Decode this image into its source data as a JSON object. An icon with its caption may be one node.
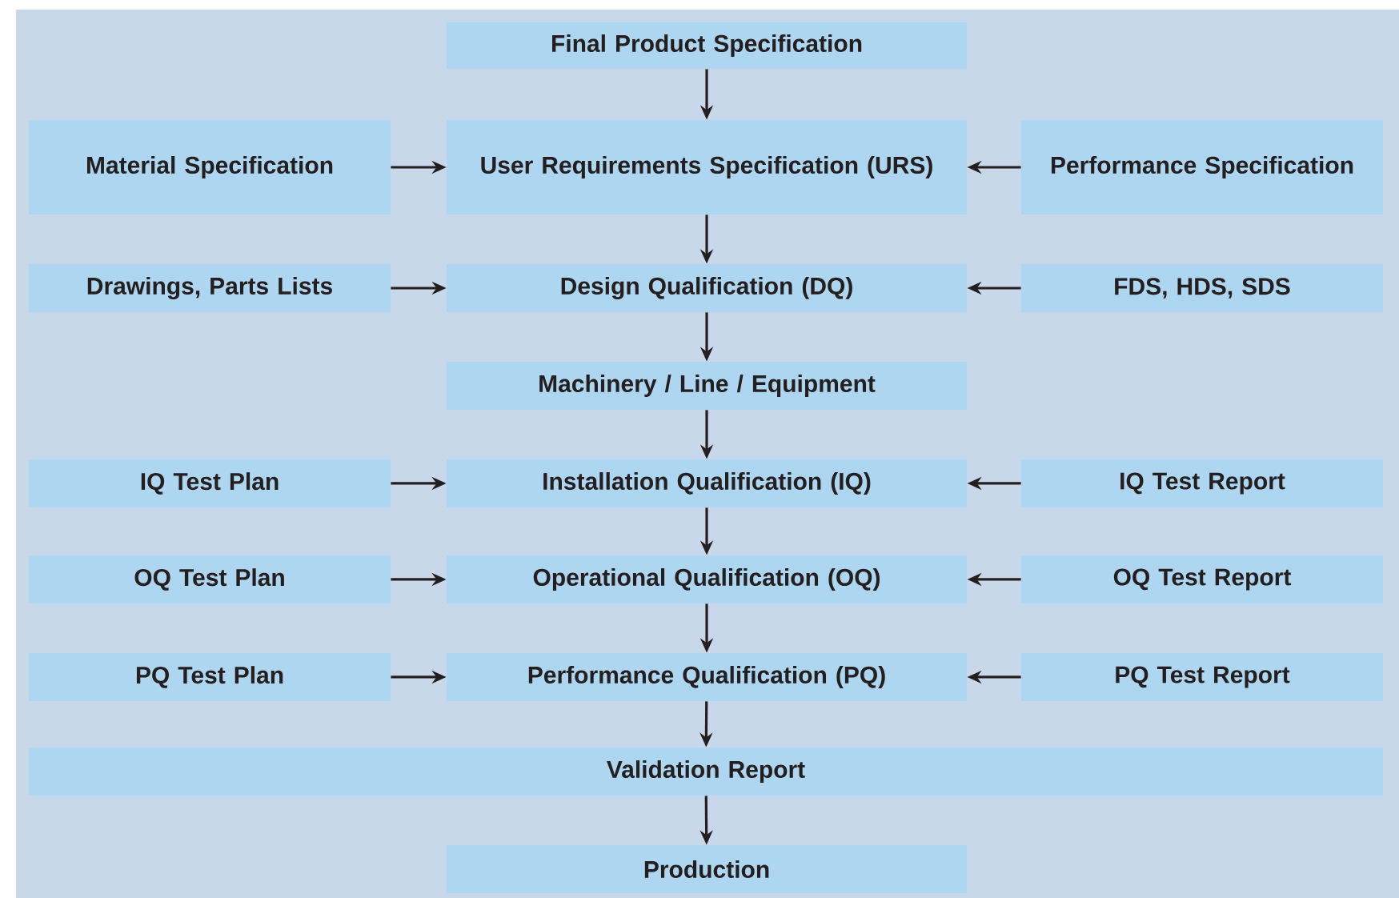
{
  "diagram": {
    "nodes": [
      {
        "text": [
          "Final Product Specification"
        ]
      },
      {
        "text": [
          "Material Specification"
        ]
      },
      {
        "text": [
          "User Requirements Specification (URS)"
        ]
      },
      {
        "text": [
          "Performance Specification"
        ]
      },
      {
        "text": [
          "Drawings, Parts Lists"
        ]
      },
      {
        "text": [
          "Design Qualification (DQ)"
        ]
      },
      {
        "text": [
          "FDS, HDS, SDS"
        ]
      },
      {
        "text": [
          "Machinery / Line / Equipment"
        ]
      },
      {
        "text": [
          "IQ Test Plan"
        ]
      },
      {
        "text": [
          "Installation Qualification (IQ)"
        ]
      },
      {
        "text": [
          "IQ Test Report"
        ]
      },
      {
        "text": [
          "OQ Test Plan"
        ]
      },
      {
        "text": [
          "Operational Qualification (OQ)"
        ]
      },
      {
        "text": [
          "OQ Test Report"
        ]
      },
      {
        "text": [
          "PQ Test Plan"
        ]
      },
      {
        "text": [
          "Performance Qualification (PQ)"
        ]
      },
      {
        "text": [
          "PQ Test Report"
        ]
      },
      {
        "text": [
          "Validation Report"
        ]
      },
      {
        "text": [
          "Production"
        ]
      }
    ],
    "edges": [
      {
        "from": 0,
        "to": 2,
        "arrow": "to"
      },
      {
        "from": 1,
        "to": 2,
        "arrow": "to"
      },
      {
        "from": 3,
        "to": 2,
        "arrow": "to"
      },
      {
        "from": 2,
        "to": 5,
        "arrow": "to"
      },
      {
        "from": 4,
        "to": 5,
        "arrow": "to"
      },
      {
        "from": 6,
        "to": 5,
        "arrow": "to"
      },
      {
        "from": 5,
        "to": 7,
        "arrow": "to"
      },
      {
        "from": 7,
        "to": 9,
        "arrow": "to"
      },
      {
        "from": 8,
        "to": 9,
        "arrow": "to"
      },
      {
        "from": 10,
        "to": 9,
        "arrow": "to"
      },
      {
        "from": 9,
        "to": 12,
        "arrow": "to"
      },
      {
        "from": 11,
        "to": 12,
        "arrow": "to"
      },
      {
        "from": 13,
        "to": 12,
        "arrow": "to"
      },
      {
        "from": 12,
        "to": 15,
        "arrow": "to"
      },
      {
        "from": 14,
        "to": 15,
        "arrow": "to"
      },
      {
        "from": 16,
        "to": 15,
        "arrow": "to"
      },
      {
        "from": 15,
        "to": 17,
        "arrow": "to"
      },
      {
        "from": 17,
        "to": 18,
        "arrow": "to"
      }
    ]
  }
}
